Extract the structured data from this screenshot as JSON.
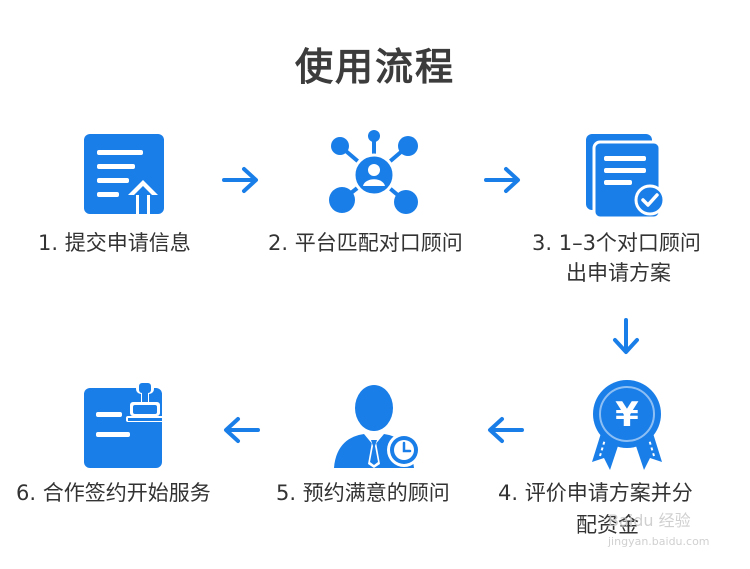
{
  "title": "使用流程",
  "accent_color": "#1a7ee8",
  "steps": [
    {
      "icon": "form-upload-icon",
      "label": "1. 提交申请信息"
    },
    {
      "icon": "network-match-icon",
      "label": "2. 平台匹配对口顾问"
    },
    {
      "icon": "documents-check-icon",
      "label_line1": "3. 1–3个对口顾问",
      "label_line2": "出申请方案"
    },
    {
      "icon": "yuan-medal-icon",
      "label_line1": "4. 评价申请方案并分",
      "label_line2": "配资金"
    },
    {
      "icon": "advisor-clock-icon",
      "label": "5. 预约满意的顾问"
    },
    {
      "icon": "contract-stamp-icon",
      "label": "6. 合作签约开始服务"
    }
  ],
  "watermark": {
    "text": "Baidu 经验",
    "url": "jingyan.baidu.com"
  }
}
